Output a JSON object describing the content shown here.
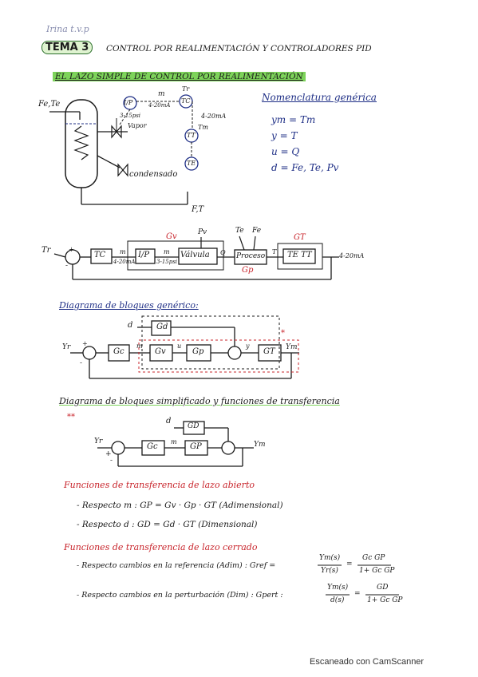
{
  "header": {
    "author": "Irina t.v.p",
    "tema": "TEMA 3",
    "title": "CONTROL POR REALIMENTACIÓN Y CONTROLADORES PID",
    "section": "EL LAZO SIMPLE DE CONTROL POR REALIMENTACIÓN"
  },
  "process_diagram": {
    "inlet": "Fe,Te",
    "iv": "I/P",
    "ma": "m",
    "ma_range": "4-20mA",
    "psi": "3-15psi",
    "steam": "Vapor",
    "condensate": "condensado",
    "tc": "TC",
    "tr": "Tr",
    "tm_range": "4-20mA",
    "tm": "Tm",
    "tt": "TT",
    "te": "TE",
    "outlet": "F,T"
  },
  "nomenclature": {
    "heading": "Nomenclatura genérica",
    "lines": [
      "ym = Tm",
      "y = T",
      "u = Q",
      "d = Fe, Te, Pv"
    ]
  },
  "block_chain": {
    "tr": "Tr",
    "tc": "TC",
    "m1": "m",
    "ma": "4-20mA",
    "iv": "I/P",
    "m2": "m",
    "psi": "3-15psi",
    "valve": "Válvula",
    "gv": "Gv",
    "pv": "Pv",
    "q": "Q",
    "proceso": "Proceso",
    "gp": "Gp",
    "te": "Te",
    "fe": "Fe",
    "t": "T",
    "tett": "TE TT",
    "gt": "GT",
    "out": "4-20mA",
    "plus": "+",
    "minus": "-"
  },
  "generic_diagram": {
    "heading": "Diagrama de bloques genérico:",
    "d": "d",
    "gd": "Gd",
    "yr": "Yr",
    "gc": "Gc",
    "m": "m",
    "gv": "Gv",
    "u": "u",
    "gp": "Gp",
    "y": "y",
    "gt": "GT",
    "ym": "Ym",
    "plus": "+",
    "minus": "-",
    "star": "*"
  },
  "simplified_diagram": {
    "heading": "Diagrama de bloques simplificado y funciones de transferencia",
    "star": "**",
    "d": "d",
    "gd": "GD",
    "yr": "Yr",
    "gc": "Gc",
    "m": "m",
    "gp": "GP",
    "ym": "Ym",
    "plus": "+",
    "minus": "-"
  },
  "open_loop": {
    "heading": "Funciones de transferencia de lazo abierto",
    "lines": [
      "- Respecto m :  GP = Gv · Gp · GT   (Adimensional)",
      "- Respecto d :  GD = Gd · GT   (Dimensional)"
    ]
  },
  "closed_loop": {
    "heading": "Funciones de transferencia de lazo cerrado",
    "ref_label": "- Respecto cambios en la referencia (Adim) :  Gref =",
    "ref_frac1_num": "Ym(s)",
    "ref_frac1_den": "Yr(s)",
    "ref_frac2_num": "Gc GP",
    "ref_frac2_den": "1+ Gc GP",
    "pert_label": "- Respecto cambios en la perturbación (Dim) :  Gpert :",
    "pert_frac1_num": "Ym(s)",
    "pert_frac1_den": "d(s)",
    "pert_frac2_num": "GD",
    "pert_frac2_den": "1+ Gc GP",
    "eq": "="
  },
  "footer": "Escaneado con CamScanner",
  "colors": {
    "ink": "#1f2f86",
    "red": "#c8242b",
    "green": "#7dd35a",
    "black": "#1a1a1a"
  }
}
